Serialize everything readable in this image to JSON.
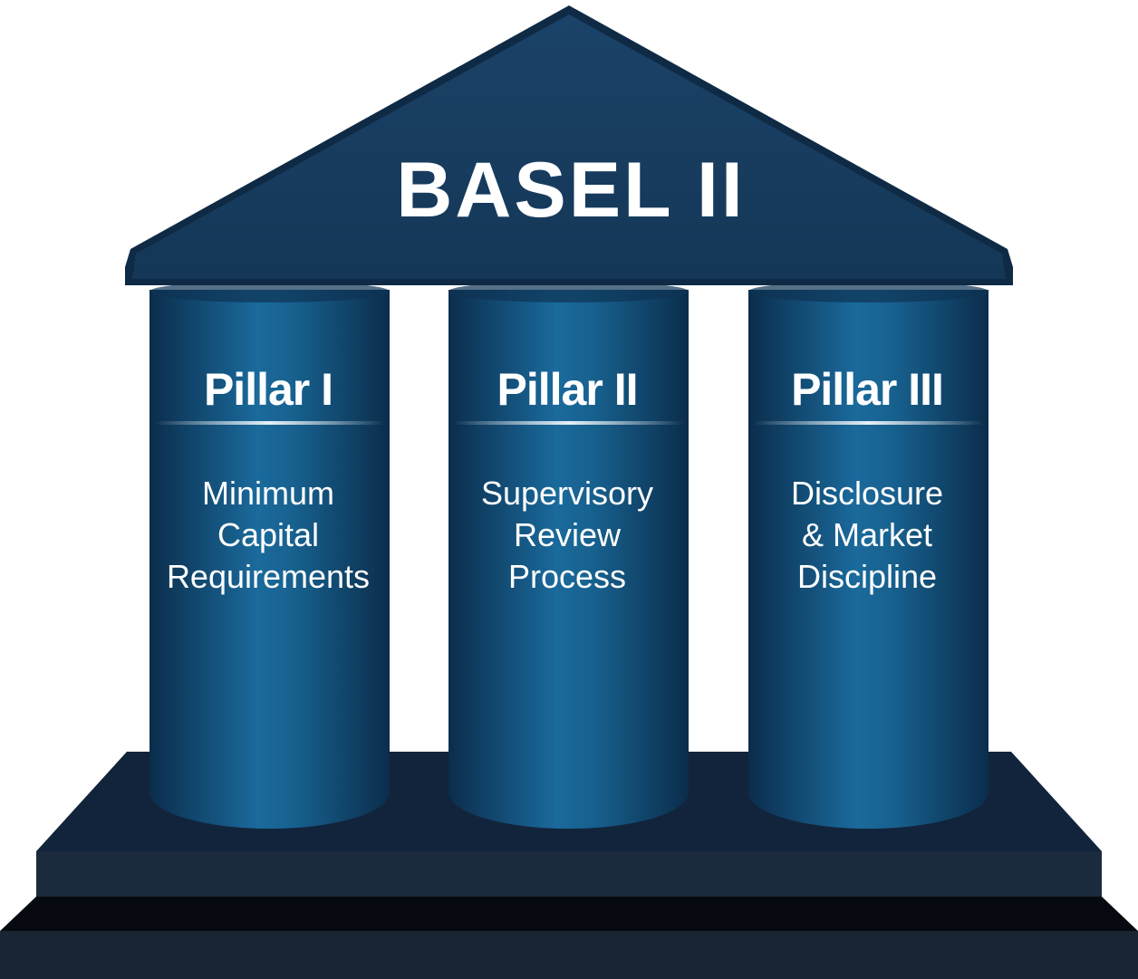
{
  "title": "BASEL II",
  "pillars": [
    {
      "name": "Pillar I",
      "lines": [
        "Minimum",
        "Capital",
        "Requirements"
      ]
    },
    {
      "name": "Pillar II",
      "lines": [
        "Supervisory",
        "Review",
        "Process"
      ]
    },
    {
      "name": "Pillar III",
      "lines": [
        "Disclosure",
        "& Market",
        "Discipline"
      ]
    }
  ],
  "colors": {
    "roof": "#163a5c",
    "roof_edge": "#0f2a45",
    "column_edge": "#0b2d4c",
    "column_center": "#1a6a9c",
    "step_top": "#12243b",
    "step_front": "#1b2a3c",
    "base_top": "#060a10",
    "base_front": "#1a2534",
    "text": "#ffffff"
  }
}
